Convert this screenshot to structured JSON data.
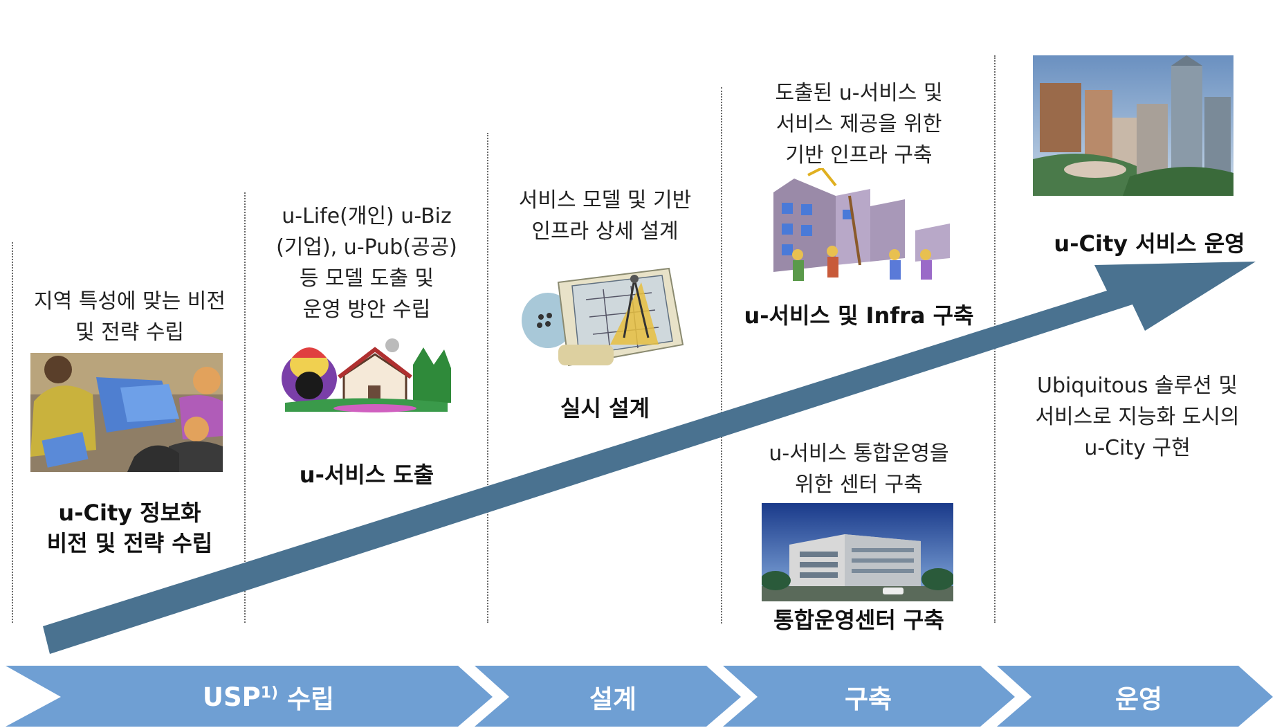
{
  "stages": [
    {
      "desc": [
        "지역 특성에 맞는 비전",
        "및 전략 수립"
      ],
      "title": [
        "u-City 정보화",
        "비전 및 전략 수립"
      ]
    },
    {
      "desc": [
        "u-Life(개인) u-Biz",
        "(기업), u-Pub(공공)",
        "등 모델 도출 및",
        "운영 방안 수립"
      ],
      "title": [
        "u-서비스 도출"
      ]
    },
    {
      "desc": [
        "서비스 모델 및 기반",
        "인프라 상세 설계"
      ],
      "title": [
        "실시 설계"
      ]
    },
    {
      "desc": [
        "도출된 u-서비스 및",
        "서비스 제공을 위한",
        "기반 인프라 구축"
      ],
      "title": [
        "u-서비스 및 Infra 구축"
      ]
    },
    {
      "desc": [
        "u-서비스 통합운영을",
        "위한 센터 구축"
      ],
      "title": [
        "통합운영센터 구축"
      ]
    },
    {
      "title": [
        "u-City 서비스 운영"
      ],
      "desc": [
        "Ubiquitous 솔루션 및",
        "서비스로 지능화 도시의",
        "u-City 구현"
      ]
    }
  ],
  "phases": [
    {
      "label": "USP",
      "sup": "1)",
      "suffix": " 수립"
    },
    {
      "label": "설계"
    },
    {
      "label": "구축"
    },
    {
      "label": "운영"
    }
  ],
  "colors": {
    "arrow": "#4a7290",
    "chevron": "#6f9fd3",
    "divider": "#6a6a6a"
  },
  "icons": [
    "business-meeting-clipart",
    "cartoon-house-clipart",
    "blueprint-clipart",
    "construction-workers-clipart",
    "city-skyline-photo",
    "operations-center-building-photo"
  ]
}
